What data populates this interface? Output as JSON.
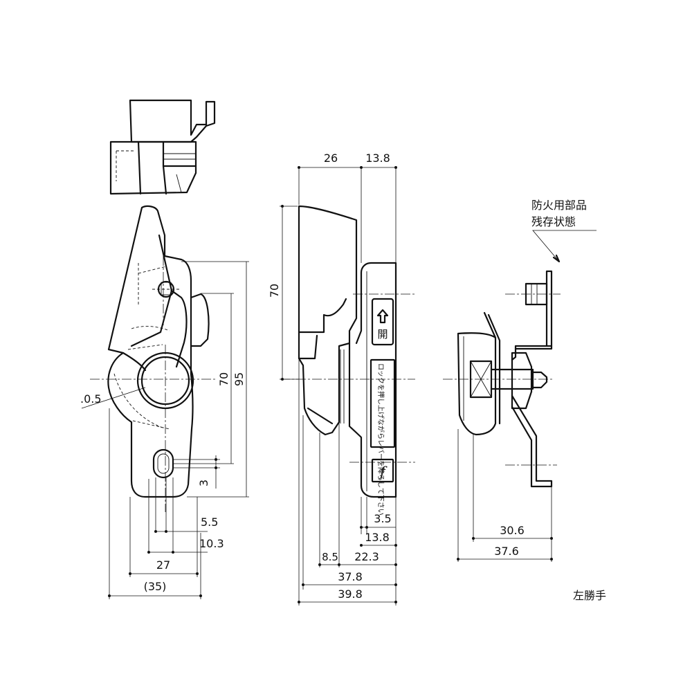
{
  "front_view": {
    "dims": {
      "h70": "70",
      "h95": "95",
      "w5_5": "5.5",
      "w10_3": "10.3",
      "w27": "27",
      "w35": "(35)",
      "v3": "3",
      "r0_5": ".0.5"
    }
  },
  "side_view": {
    "dims": {
      "top26": "26",
      "top13_8": "13.8",
      "h70": "70",
      "b3_5": "3.5",
      "b13_8": "13.8",
      "b8_5": "8.5",
      "b22_3": "22.3",
      "b37_8": "37.8",
      "b39_8": "39.8"
    },
    "labels": {
      "open_label": "開",
      "instruction": "ロックを押し上げながらレバーを降ろして下さい",
      "logo": "f"
    }
  },
  "right_view": {
    "note_line1": "防火用部品",
    "note_line2": "残存状態",
    "dims": {
      "w30_6": "30.6",
      "w37_6": "37.6"
    }
  },
  "hand_note": "左勝手"
}
